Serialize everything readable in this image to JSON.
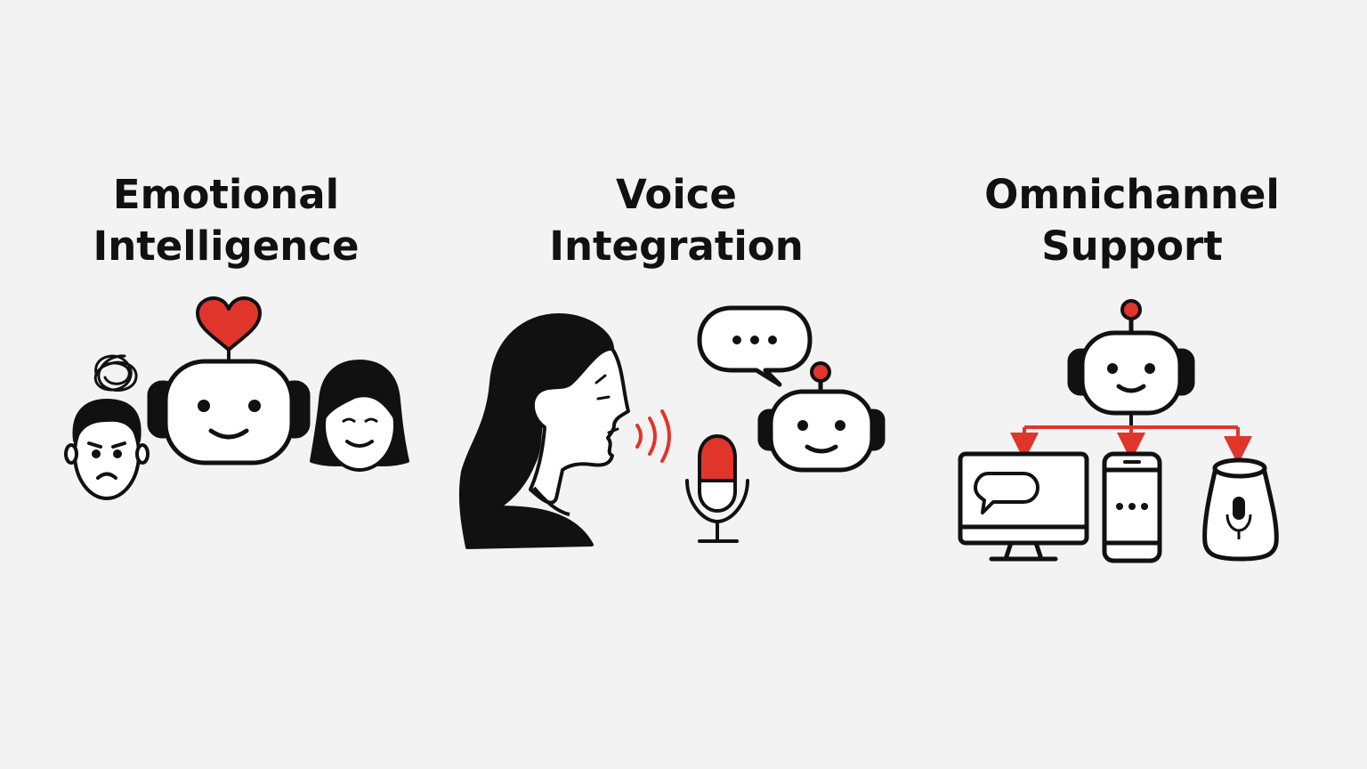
{
  "features": [
    {
      "id": "emotional",
      "title_lines": [
        "Emotional",
        "Intelligence"
      ],
      "icon": "empathetic-robot-with-heart"
    },
    {
      "id": "voice",
      "title_lines": [
        "Voice",
        "Integration"
      ],
      "icon": "woman-speaking-to-microphone-robot"
    },
    {
      "id": "omni",
      "title_lines": [
        "Omnichannel",
        "Support"
      ],
      "icon": "robot-connected-to-devices"
    }
  ],
  "colors": {
    "accent": "#e0352b",
    "ink": "#111111",
    "background": "#f3f3f3"
  }
}
